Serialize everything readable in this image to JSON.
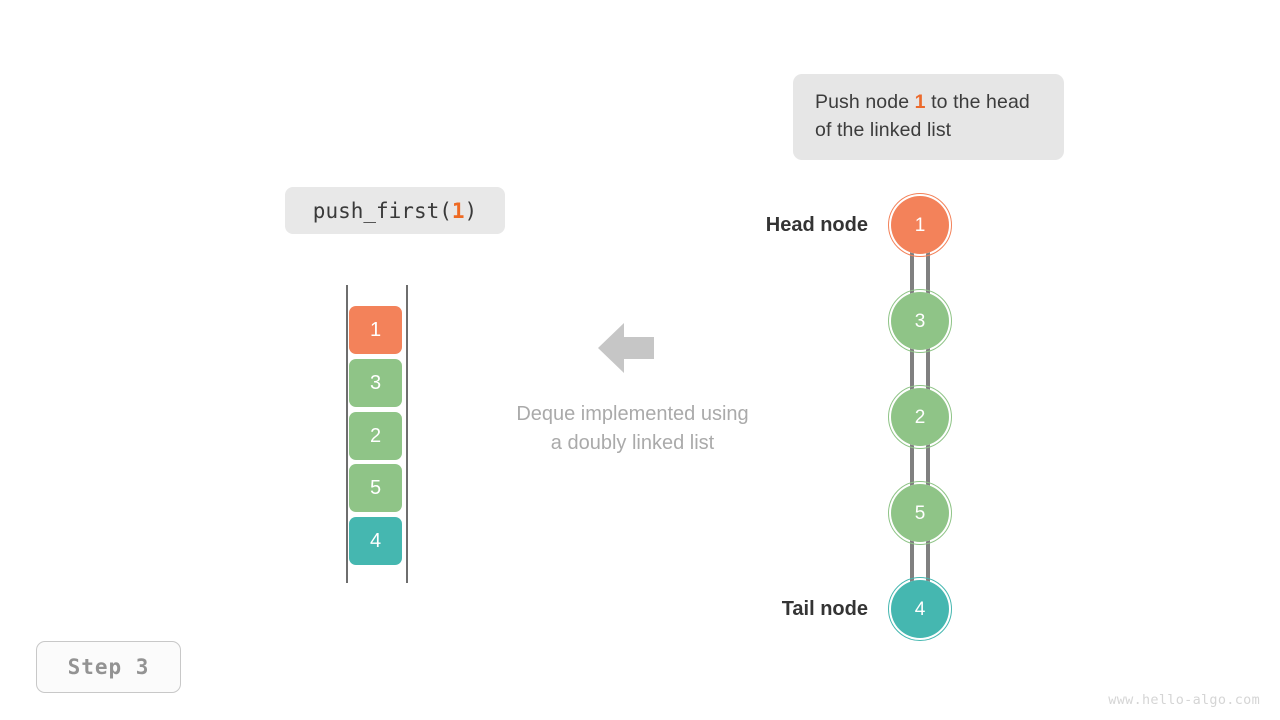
{
  "callout": {
    "text_before": "Push node ",
    "highlight": "1",
    "text_after": " to the head of the linked list"
  },
  "code_label": {
    "fn_open": "push_first(",
    "arg": "1",
    "fn_close": ")"
  },
  "array_view": {
    "cells": [
      {
        "value": "1",
        "color": "#f3825a"
      },
      {
        "value": "3",
        "color": "#8fc487"
      },
      {
        "value": "2",
        "color": "#8fc487"
      },
      {
        "value": "5",
        "color": "#8fc487"
      },
      {
        "value": "4",
        "color": "#45b7b0"
      }
    ]
  },
  "caption": {
    "line1": "Deque implemented using",
    "line2": "a doubly linked list"
  },
  "linked_list": {
    "head_label": "Head node",
    "tail_label": "Tail node",
    "nodes": [
      {
        "value": "1",
        "color": "#f3825a"
      },
      {
        "value": "3",
        "color": "#8fc487"
      },
      {
        "value": "2",
        "color": "#8fc487"
      },
      {
        "value": "5",
        "color": "#8fc487"
      },
      {
        "value": "4",
        "color": "#45b7b0"
      }
    ]
  },
  "step_badge": {
    "label": "Step 3"
  },
  "watermark": {
    "text": "www.hello-algo.com"
  },
  "colors": {
    "orange": "#f3825a",
    "green": "#8fc487",
    "teal": "#45b7b0",
    "arrow_gray": "#808080",
    "box_gray": "#e6e6e6",
    "caption_gray": "#aaaaaa"
  }
}
